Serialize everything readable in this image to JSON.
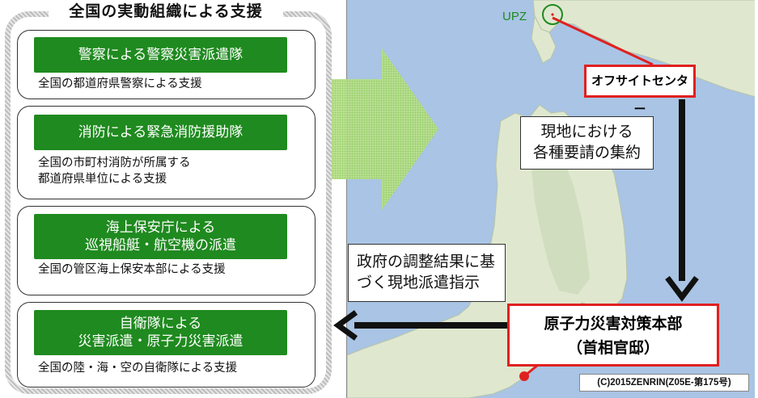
{
  "left_panel": {
    "title": "全国の実動組織による支援",
    "units": [
      {
        "label": [
          "警察による警察災害派遣隊"
        ],
        "desc": [
          "全国の都道府県警察による支援"
        ]
      },
      {
        "label": [
          "消防による緊急消防援助隊"
        ],
        "desc": [
          "全国の市町村消防が所属する",
          "都道府県単位による支援"
        ]
      },
      {
        "label": [
          "海上保安庁による",
          "巡視船艇・航空機の派遣"
        ],
        "desc": [
          "全国の管区海上保安本部による支援"
        ]
      },
      {
        "label": [
          "自衛隊による",
          "災害派遣・原子力災害派遣"
        ],
        "desc": [
          "全国の陸・海・空の自衛隊による支援"
        ]
      }
    ]
  },
  "map": {
    "upz_label": "UPZ",
    "offsite_center": "オフサイトセンター",
    "local_requests": [
      "現地における",
      "各種要請の集約"
    ],
    "govt_instruction": [
      "政府の調整結果に基",
      "づく現地派遣指示"
    ],
    "hq": [
      "原子力災害対策本部",
      "（首相官邸）"
    ],
    "copyright": "(C)2015ZENRIN(Z05E-第175号)"
  },
  "colors": {
    "green_label": "#1f8a1f",
    "red_box": "#e02020",
    "sea": "#a9c4e4",
    "land": "#dfe8cf",
    "big_arrow": "#9cd36a"
  }
}
